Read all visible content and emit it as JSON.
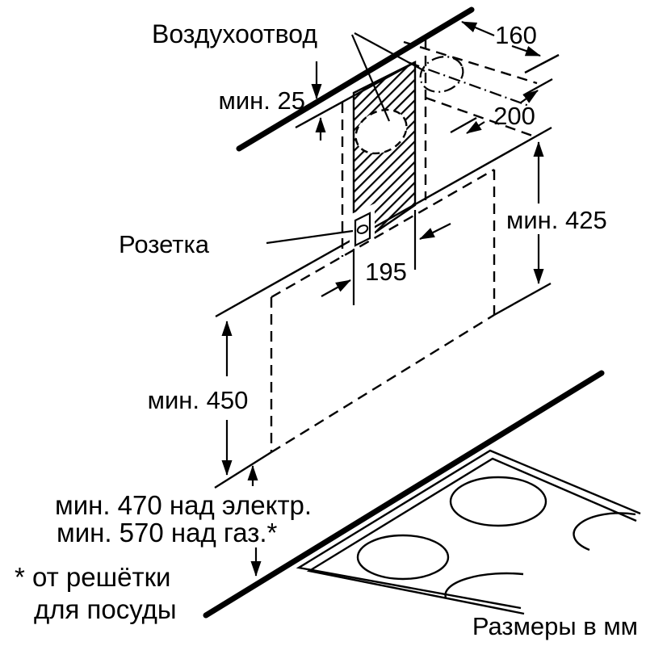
{
  "diagram": {
    "title_note": "Размеры в мм",
    "labels": {
      "air_outlet": "Воздухоотвод",
      "min_25": "мин. 25",
      "dim_160": "160",
      "dim_200": "200",
      "min_425": "мин. 425",
      "socket": "Розетка",
      "dim_195": "195",
      "min_450": "мин. 450",
      "min_470_electric": "мин. 470 над электр.",
      "min_570_gas": "мин. 570 над газ.*",
      "footnote_line1": "* от решётки",
      "footnote_line2": "для посуды",
      "units_note": "Размеры в мм"
    },
    "colors": {
      "line": "#000000",
      "background": "#ffffff"
    }
  }
}
